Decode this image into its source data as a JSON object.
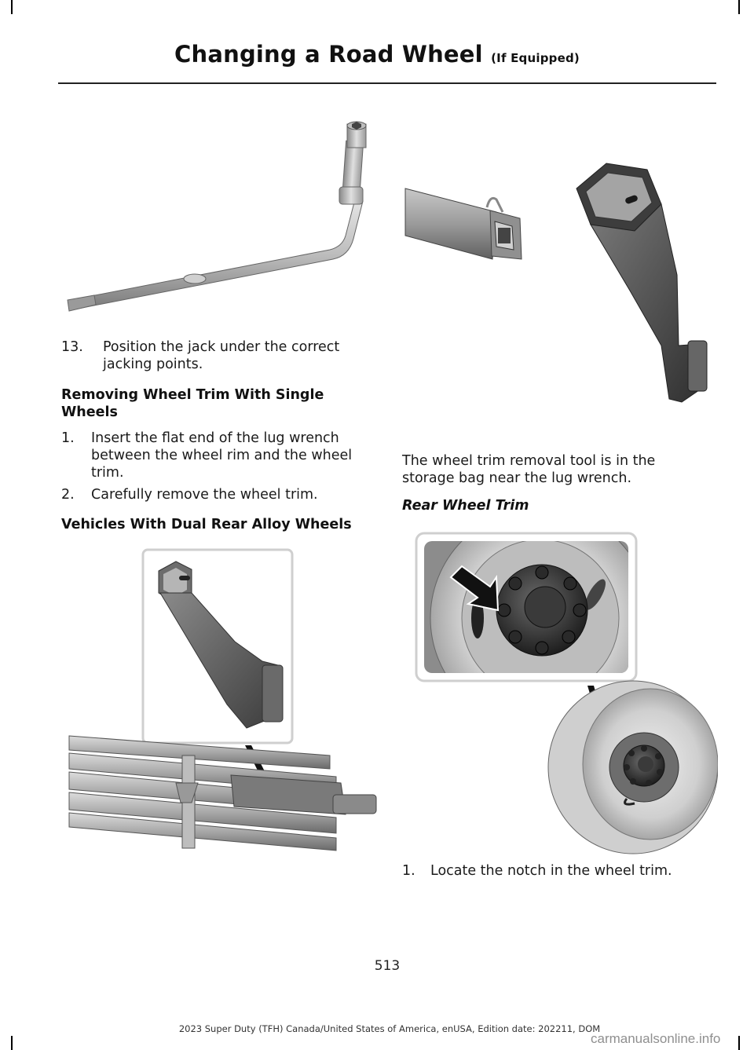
{
  "header": {
    "title": "Changing a Road Wheel",
    "subtitle": "(If Equipped)"
  },
  "left_column": {
    "step13": {
      "number": "13.",
      "text_line1": "Position the jack under the correct",
      "text_line2": "jacking points."
    },
    "heading_single": {
      "line1": "Removing Wheel Trim With Single",
      "line2": "Wheels"
    },
    "step1": {
      "number": "1.",
      "line1": "Insert the flat end of the lug wrench",
      "line2": "between the wheel rim and the wheel",
      "line3": "trim."
    },
    "step2": {
      "number": "2.",
      "text": "Carefully remove the wheel trim."
    },
    "heading_dual": "Vehicles With Dual Rear Alloy Wheels"
  },
  "right_column": {
    "paragraph": {
      "line1": "The wheel trim removal tool is in the",
      "line2": "storage bag near the lug wrench."
    },
    "heading_rear": "Rear Wheel Trim",
    "step1": {
      "number": "1.",
      "text": "Locate the notch in the wheel trim."
    }
  },
  "page_number": "513",
  "footer": "2023 Super Duty (TFH) Canada/United States of America, enUSA, Edition date: 202211, DOM",
  "watermark": "carmanualsonline.info",
  "colors": {
    "metal_light": "#c9c9c9",
    "metal_dark": "#5a5a5a",
    "text": "#111111"
  }
}
